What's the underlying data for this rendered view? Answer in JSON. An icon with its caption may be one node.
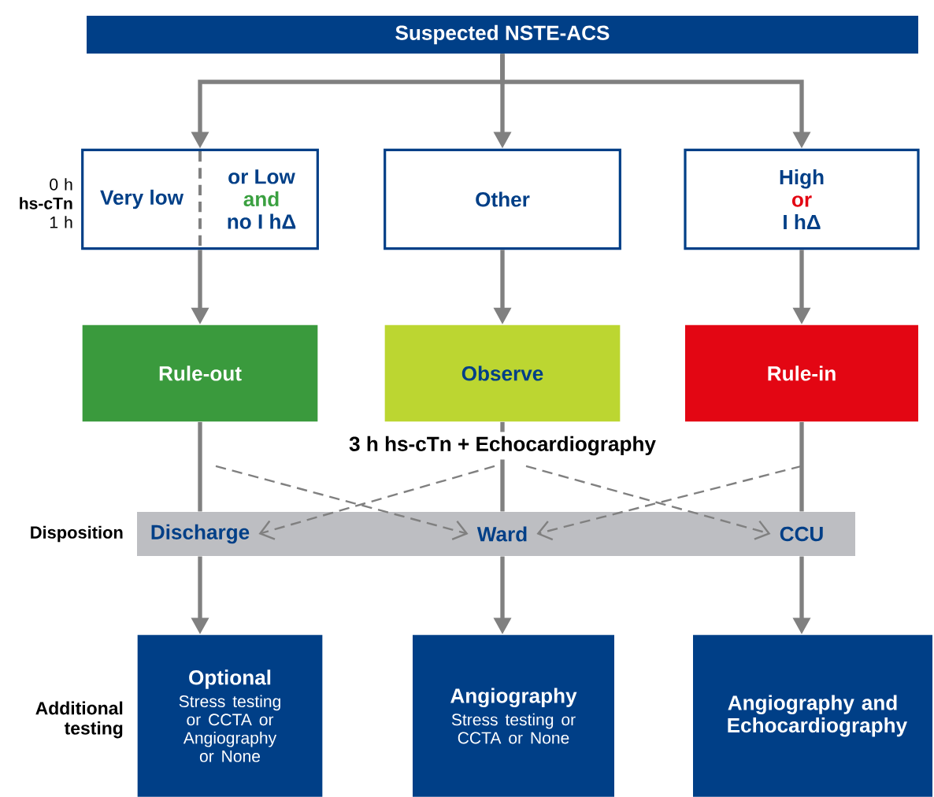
{
  "diagram": {
    "nodes": [
      {
        "text": [
          "Suspected NSTE-ACS"
        ]
      },
      {
        "text": [
          "Very low",
          "or Low",
          "and",
          "no I hΔ"
        ]
      },
      {
        "text": [
          "Other"
        ]
      },
      {
        "text": [
          "High",
          "or",
          "I hΔ"
        ]
      },
      {
        "text": [
          "Rule-out"
        ]
      },
      {
        "text": [
          "Observe"
        ]
      },
      {
        "text": [
          "Rule-in"
        ]
      },
      {
        "text": [],
        "shape": "bar"
      },
      {
        "text": [
          "Discharge"
        ],
        "in": 7
      },
      {
        "text": [
          "Ward"
        ],
        "in": 7
      },
      {
        "text": [
          "CCU"
        ],
        "in": 7
      },
      {
        "text": [
          "Optional",
          "Stress testing or CCTA or Angiography or None"
        ]
      },
      {
        "text": [
          "Angiography",
          "Stress testing or CCTA or None"
        ]
      },
      {
        "text": [
          "Angiography and Echocardiography"
        ]
      }
    ],
    "edges": [
      {
        "from": 0,
        "to": 1,
        "arrow": "to"
      },
      {
        "from": 0,
        "to": 2,
        "arrow": "to"
      },
      {
        "from": 0,
        "to": 3,
        "arrow": "to"
      },
      {
        "from": 1,
        "to": 4,
        "arrow": "to"
      },
      {
        "from": 2,
        "to": 5,
        "arrow": "to"
      },
      {
        "from": 3,
        "to": 6,
        "arrow": "to"
      },
      {
        "from": 4,
        "to": 8,
        "arrow": "none"
      },
      {
        "from": 5,
        "to": 9,
        "arrow": "none"
      },
      {
        "from": 6,
        "to": 10,
        "arrow": "none"
      },
      {
        "from": 4,
        "to": 9,
        "arrow": "to",
        "style": "dashed"
      },
      {
        "from": 5,
        "to": 8,
        "arrow": "to",
        "style": "dashed"
      },
      {
        "from": 5,
        "to": 10,
        "arrow": "to",
        "style": "dashed"
      },
      {
        "from": 6,
        "to": 9,
        "arrow": "to",
        "style": "dashed"
      },
      {
        "from": 8,
        "to": 11,
        "arrow": "to"
      },
      {
        "from": 9,
        "to": 12,
        "arrow": "to"
      },
      {
        "from": 10,
        "to": 13,
        "arrow": "to"
      }
    ],
    "labels": [
      "0 h",
      "hs-cTn",
      "1 h",
      "3 h hs-cTn + Echocardiography",
      "Disposition",
      "Additional testing"
    ]
  }
}
